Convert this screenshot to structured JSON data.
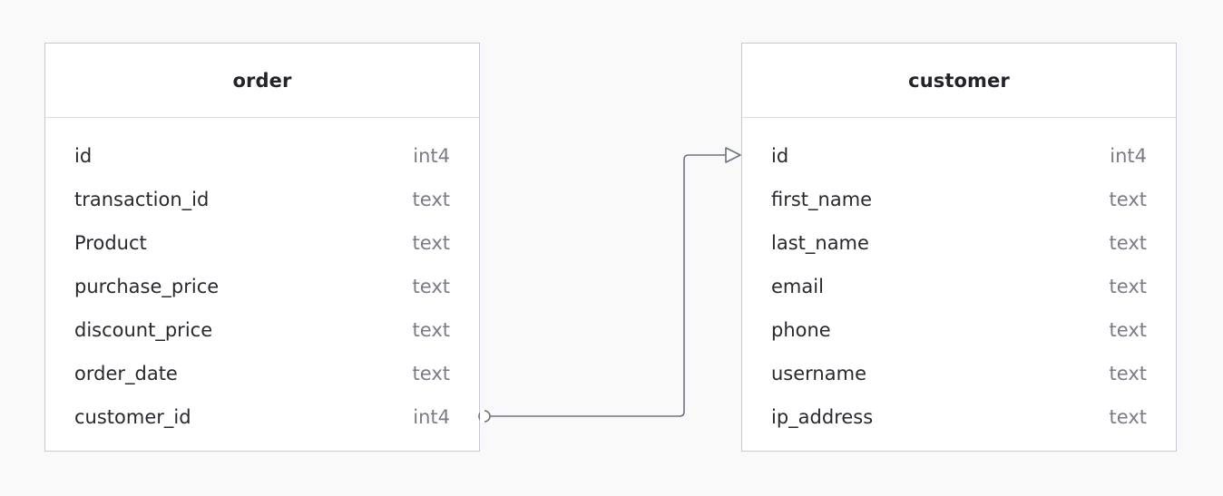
{
  "tables": [
    {
      "name": "order",
      "columns": [
        {
          "name": "id",
          "type": "int4"
        },
        {
          "name": "transaction_id",
          "type": "text"
        },
        {
          "name": "Product",
          "type": "text"
        },
        {
          "name": "purchase_price",
          "type": "text"
        },
        {
          "name": "discount_price",
          "type": "text"
        },
        {
          "name": "order_date",
          "type": "text"
        },
        {
          "name": "customer_id",
          "type": "int4"
        }
      ]
    },
    {
      "name": "customer",
      "columns": [
        {
          "name": "id",
          "type": "int4"
        },
        {
          "name": "first_name",
          "type": "text"
        },
        {
          "name": "last_name",
          "type": "text"
        },
        {
          "name": "email",
          "type": "text"
        },
        {
          "name": "phone",
          "type": "text"
        },
        {
          "name": "username",
          "type": "text"
        },
        {
          "name": "ip_address",
          "type": "text"
        }
      ]
    }
  ],
  "relationship": {
    "from": "order.customer_id",
    "to": "customer.id"
  },
  "colors": {
    "background": "#f9f9f9",
    "card": "#ffffff",
    "border": "#c6c9d2",
    "connector": "#6f7380",
    "text": "#28292f",
    "muted": "#7a7c85"
  }
}
